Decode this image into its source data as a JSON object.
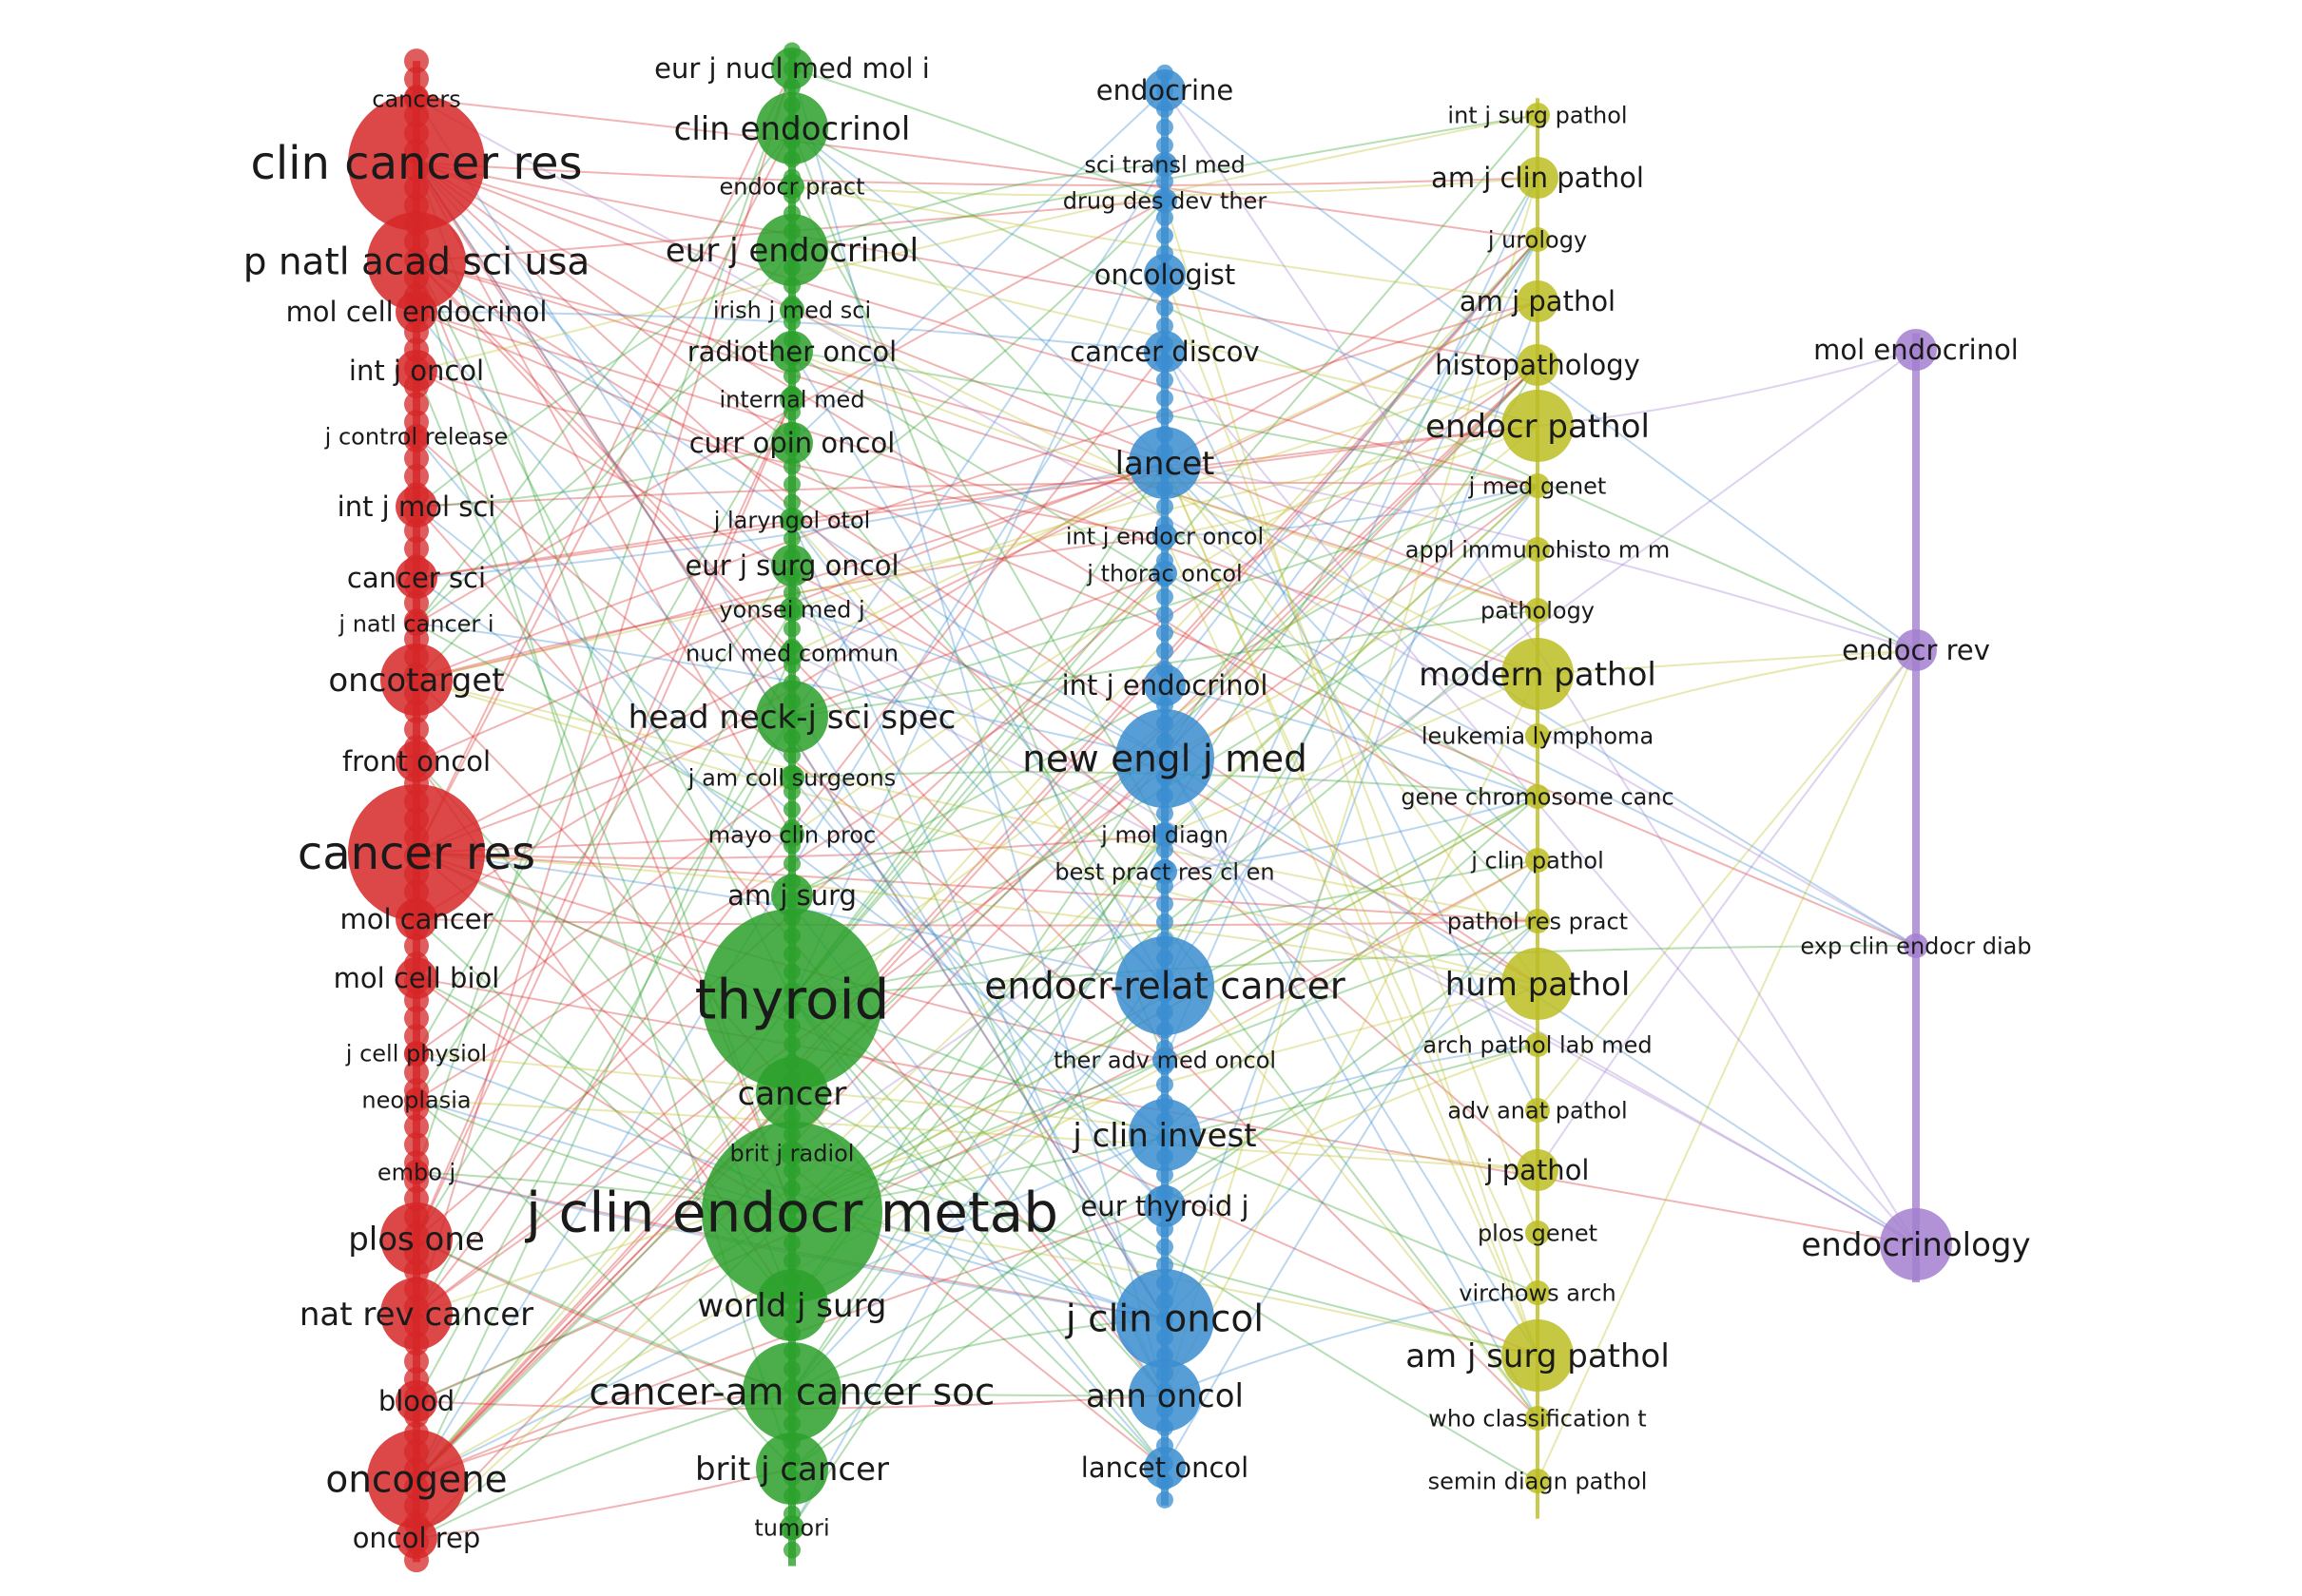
{
  "clusters": [
    {
      "color": "#d62728",
      "nodes": [
        {
          "label": "cancers",
          "size": "xs"
        },
        {
          "label": "clin cancer res",
          "size": "xl"
        },
        {
          "label": "p natl acad sci usa",
          "size": "l"
        },
        {
          "label": "mol cell endocrinol",
          "size": "s"
        },
        {
          "label": "int j oncol",
          "size": "s"
        },
        {
          "label": "j control release",
          "size": "xs"
        },
        {
          "label": "int j mol sci",
          "size": "s"
        },
        {
          "label": "cancer sci",
          "size": "s"
        },
        {
          "label": "j natl cancer i",
          "size": "xs"
        },
        {
          "label": "oncotarget",
          "size": "m"
        },
        {
          "label": "front oncol",
          "size": "s"
        },
        {
          "label": "cancer res",
          "size": "xl"
        },
        {
          "label": "mol cancer",
          "size": "s"
        },
        {
          "label": "mol cell biol",
          "size": "s"
        },
        {
          "label": "j cell physiol",
          "size": "xs"
        },
        {
          "label": "neoplasia",
          "size": "xs"
        },
        {
          "label": "embo j",
          "size": "xs"
        },
        {
          "label": "plos one",
          "size": "m"
        },
        {
          "label": "nat rev cancer",
          "size": "m"
        },
        {
          "label": "blood",
          "size": "s"
        },
        {
          "label": "oncogene",
          "size": "l"
        },
        {
          "label": "oncol rep",
          "size": "s"
        }
      ]
    },
    {
      "color": "#2ca02c",
      "nodes": [
        {
          "label": "eur j nucl med mol i",
          "size": "s"
        },
        {
          "label": "clin endocrinol",
          "size": "m"
        },
        {
          "label": "endocr pract",
          "size": "xs"
        },
        {
          "label": "eur j endocrinol",
          "size": "m"
        },
        {
          "label": "irish j med sci",
          "size": "xs"
        },
        {
          "label": "radiother oncol",
          "size": "s"
        },
        {
          "label": "internal med",
          "size": "xs"
        },
        {
          "label": "curr opin oncol",
          "size": "s"
        },
        {
          "label": "j laryngol otol",
          "size": "xs"
        },
        {
          "label": "eur j surg oncol",
          "size": "s"
        },
        {
          "label": "yonsei med j",
          "size": "xs"
        },
        {
          "label": "nucl med commun",
          "size": "xs"
        },
        {
          "label": "head neck-j sci spec",
          "size": "m"
        },
        {
          "label": "j am coll surgeons",
          "size": "xs"
        },
        {
          "label": "mayo clin proc",
          "size": "xs"
        },
        {
          "label": "am j surg",
          "size": "s"
        },
        {
          "label": "thyroid",
          "size": "xxl"
        },
        {
          "label": "cancer",
          "size": "m"
        },
        {
          "label": "brit j radiol",
          "size": "xs"
        },
        {
          "label": "j clin endocr metab",
          "size": "xxl"
        },
        {
          "label": "world j surg",
          "size": "m"
        },
        {
          "label": "cancer-am cancer soc",
          "size": "l"
        },
        {
          "label": "brit j cancer",
          "size": "m"
        },
        {
          "label": "tumori",
          "size": "xs"
        }
      ]
    },
    {
      "color": "#3a8dd0",
      "nodes": [
        {
          "label": "endocrine",
          "size": "s"
        },
        {
          "label": "sci transl med",
          "size": "xs"
        },
        {
          "label": "drug des dev ther",
          "size": "xs"
        },
        {
          "label": "oncologist",
          "size": "s"
        },
        {
          "label": "cancer discov",
          "size": "s"
        },
        {
          "label": "lancet",
          "size": "m"
        },
        {
          "label": "int j endocr oncol",
          "size": "xs"
        },
        {
          "label": "j thorac oncol",
          "size": "xs"
        },
        {
          "label": "int j endocrinol",
          "size": "s"
        },
        {
          "label": "new engl j med",
          "size": "l"
        },
        {
          "label": "j mol diagn",
          "size": "xs"
        },
        {
          "label": "best pract res cl en",
          "size": "xs"
        },
        {
          "label": "endocr-relat cancer",
          "size": "l"
        },
        {
          "label": "ther adv med oncol",
          "size": "xs"
        },
        {
          "label": "j clin invest",
          "size": "m"
        },
        {
          "label": "eur thyroid j",
          "size": "s"
        },
        {
          "label": "j clin oncol",
          "size": "l"
        },
        {
          "label": "ann oncol",
          "size": "m"
        },
        {
          "label": "lancet oncol",
          "size": "s"
        }
      ]
    },
    {
      "color": "#bcbd22",
      "nodes": [
        {
          "label": "int j surg pathol",
          "size": "xs"
        },
        {
          "label": "am j clin pathol",
          "size": "s"
        },
        {
          "label": "j urology",
          "size": "xs"
        },
        {
          "label": "am j pathol",
          "size": "s"
        },
        {
          "label": "histopathology",
          "size": "s"
        },
        {
          "label": "endocr pathol",
          "size": "m"
        },
        {
          "label": "j med genet",
          "size": "xs"
        },
        {
          "label": "appl immunohisto m m",
          "size": "xs"
        },
        {
          "label": "pathology",
          "size": "xs"
        },
        {
          "label": "modern pathol",
          "size": "m"
        },
        {
          "label": "leukemia lymphoma",
          "size": "xs"
        },
        {
          "label": "gene chromosome canc",
          "size": "xs"
        },
        {
          "label": "j clin pathol",
          "size": "xs"
        },
        {
          "label": "pathol res pract",
          "size": "xs"
        },
        {
          "label": "hum pathol",
          "size": "m"
        },
        {
          "label": "arch pathol lab med",
          "size": "xs"
        },
        {
          "label": "adv anat pathol",
          "size": "xs"
        },
        {
          "label": "j pathol",
          "size": "s"
        },
        {
          "label": "plos genet",
          "size": "xs"
        },
        {
          "label": "virchows arch",
          "size": "xs"
        },
        {
          "label": "am j surg pathol",
          "size": "m"
        },
        {
          "label": "who classification t",
          "size": "xs"
        },
        {
          "label": "semin diagn pathol",
          "size": "xs"
        }
      ]
    },
    {
      "color": "#a37fcf",
      "nodes": [
        {
          "label": "mol endocrinol",
          "size": "s"
        },
        {
          "label": "endocr rev",
          "size": "s"
        },
        {
          "label": "exp clin endocr diab",
          "size": "xs"
        },
        {
          "label": "endocrinology",
          "size": "m"
        }
      ]
    }
  ]
}
